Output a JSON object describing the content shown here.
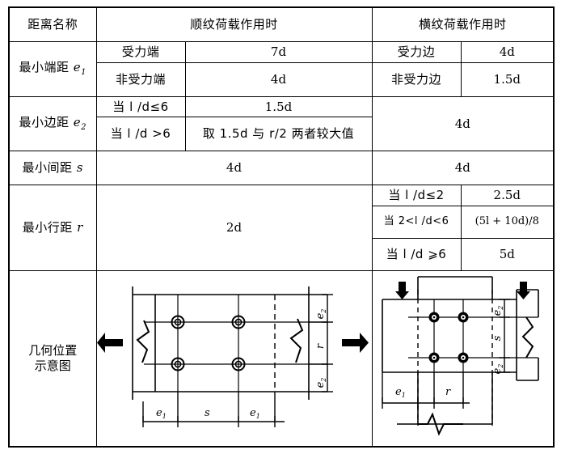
{
  "table": {
    "header": {
      "col_name": "距离名称",
      "col_parallel": "顺纹荷载作用时",
      "col_perpendicular": "横纹荷载作用时"
    },
    "rows": [
      {
        "name": "最小端距",
        "symbol": "e",
        "symbol_sub": "1",
        "parallel_subrows": [
          {
            "condition": "受力端",
            "value": "7d"
          },
          {
            "condition": "非受力端",
            "value": "4d"
          }
        ],
        "perp_subrows": [
          {
            "condition": "受力边",
            "value": "4d"
          },
          {
            "condition": "非受力边",
            "value": "1.5d"
          }
        ]
      },
      {
        "name": "最小边距",
        "symbol": "e",
        "symbol_sub": "2",
        "parallel_subrows": [
          {
            "condition": "当 l /d≤6",
            "value": "1.5d"
          },
          {
            "condition": "当 l /d >6",
            "value": "取 1.5d 与 r/2 两者较大值"
          }
        ],
        "perp_merged_value": "4d"
      },
      {
        "name": "最小间距",
        "symbol": "s",
        "symbol_sub": "",
        "parallel_value": "4d",
        "perp_value": "4d"
      },
      {
        "name": "最小行距",
        "symbol": "r",
        "symbol_sub": "",
        "parallel_value": "2d",
        "perp_subrows": [
          {
            "condition": "当 l /d≤2",
            "value": "2.5d"
          },
          {
            "condition": "当 2<l /d<6",
            "value": "(5l + 10d)/8"
          },
          {
            "condition": "当 l /d ⩾6",
            "value": "5d"
          }
        ]
      }
    ],
    "diagram_row": {
      "label_line1": "几何位置",
      "label_line2": "示意图",
      "left_diagram": {
        "name": "parallel-load-geometry-diagram",
        "labels": [
          "e₁",
          "s",
          "e₁",
          "e₂",
          "r",
          "e₂"
        ],
        "dim_e1": "e",
        "dim_e1_sub": "1",
        "dim_s": "s",
        "dim_e2": "e",
        "dim_e2_sub": "2",
        "dim_r": "r",
        "fastener_count": 4,
        "arrow_left": "◀",
        "arrow_right": "▶"
      },
      "right_diagram": {
        "name": "perpendicular-load-geometry-diagram",
        "dim_e1": "e",
        "dim_e1_sub": "1",
        "dim_r": "r",
        "dim_s": "s",
        "dim_e2": "e",
        "dim_e2_sub": "2",
        "fastener_count": 4,
        "arrow_down": "▼"
      }
    }
  },
  "colors": {
    "line": "#000000",
    "background": "#ffffff"
  }
}
